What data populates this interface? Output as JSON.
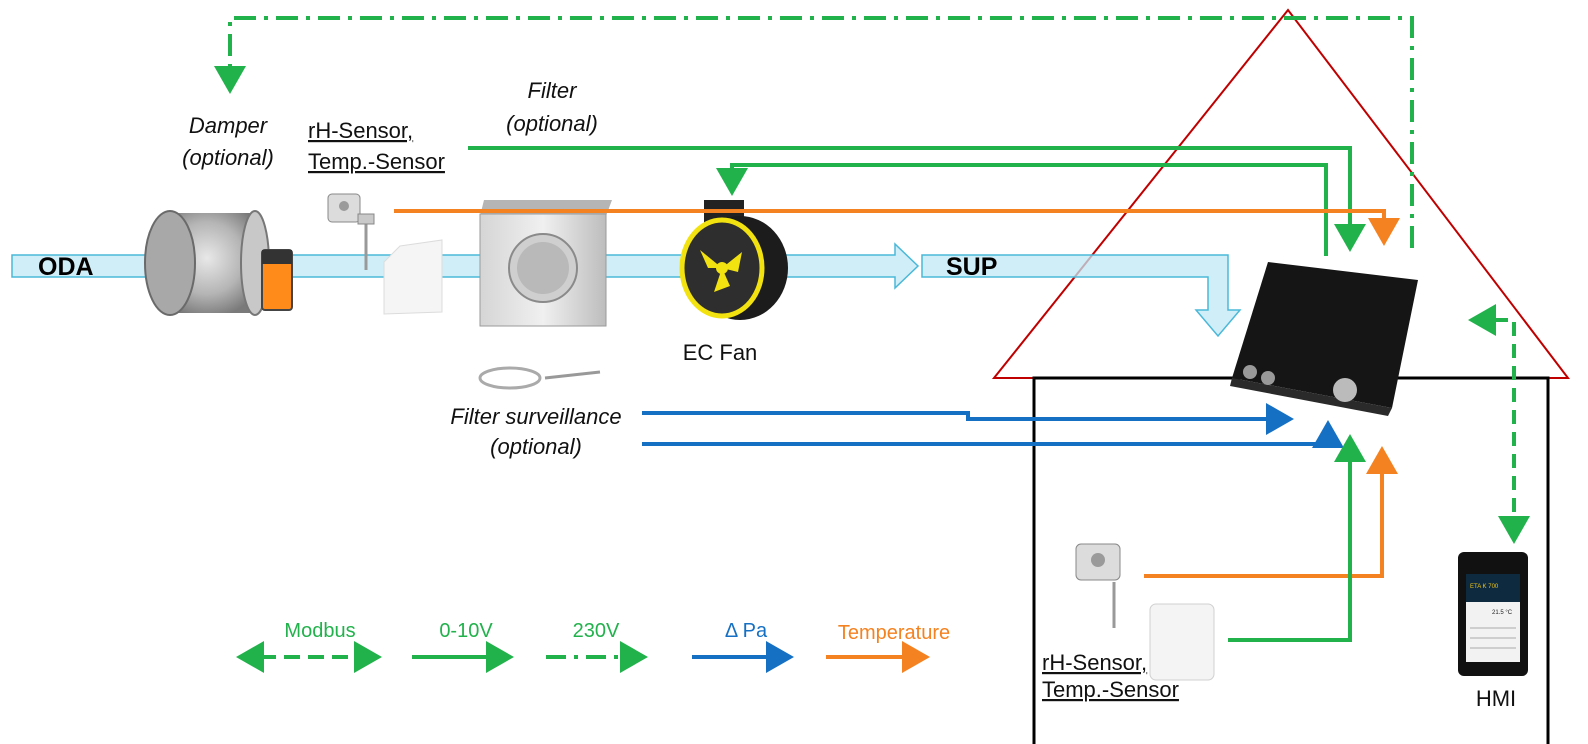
{
  "labels": {
    "damper_1": "Damper",
    "damper_2": "(optional)",
    "sensor_top_1": "rH-Sensor,",
    "sensor_top_2": "Temp.-Sensor",
    "filter_1": "Filter",
    "filter_2": "(optional)",
    "oda": "ODA",
    "sup": "SUP",
    "ec_fan": "EC Fan",
    "filter_surv_1": "Filter surveillance",
    "filter_surv_2": "(optional)",
    "sensor_bottom_1": "rH-Sensor,",
    "sensor_bottom_2": "Temp.-Sensor",
    "hmi": "HMI"
  },
  "hmi_screen": {
    "title": "ETA K 700",
    "value": "21.5 °C"
  },
  "legend": [
    {
      "label": "Modbus",
      "color": "#22b24c",
      "style": "dashed-double"
    },
    {
      "label": "0-10V",
      "color": "#22b24c",
      "style": "solid"
    },
    {
      "label": "230V",
      "color": "#22b24c",
      "style": "dash-dot"
    },
    {
      "label": "Δ Pa",
      "color": "#1570c4",
      "style": "solid"
    },
    {
      "label": "Temperature",
      "color": "#f58220",
      "style": "solid"
    }
  ],
  "colors": {
    "green": "#22b24c",
    "blue": "#1570c4",
    "orange": "#f58220",
    "roof": "#c00000",
    "duct_fill": "#bfe8f5",
    "duct_stroke": "#4ab8d8"
  }
}
